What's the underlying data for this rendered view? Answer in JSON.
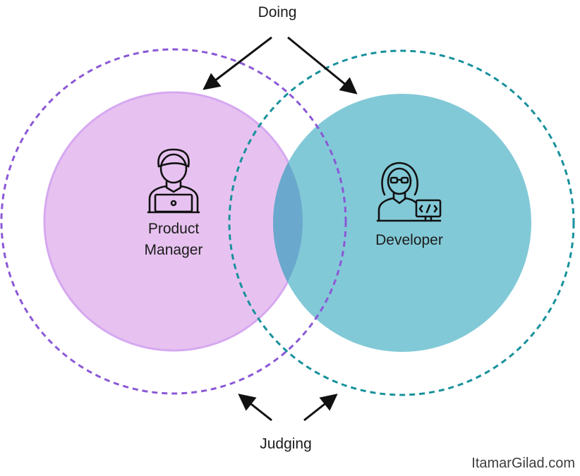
{
  "labels": {
    "top": "Doing",
    "bottom": "Judging",
    "left_role": [
      "Product",
      "Manager"
    ],
    "right_role": "Developer",
    "credit": "ItamarGilad.com"
  },
  "icons": {
    "left_role": "person-with-laptop-icon",
    "right_role": "woman-with-code-monitor-icon"
  },
  "colors": {
    "left_circle_fill": "#e7c2f0",
    "left_circle_stroke": "#d6a8f0",
    "left_dashed": "#8b58d6",
    "right_circle_fill": "#82c9d7",
    "right_dashed": "#17919c",
    "overlap": "#6ba8cd",
    "arrows": "#111111",
    "text": "#1c1c1c"
  }
}
